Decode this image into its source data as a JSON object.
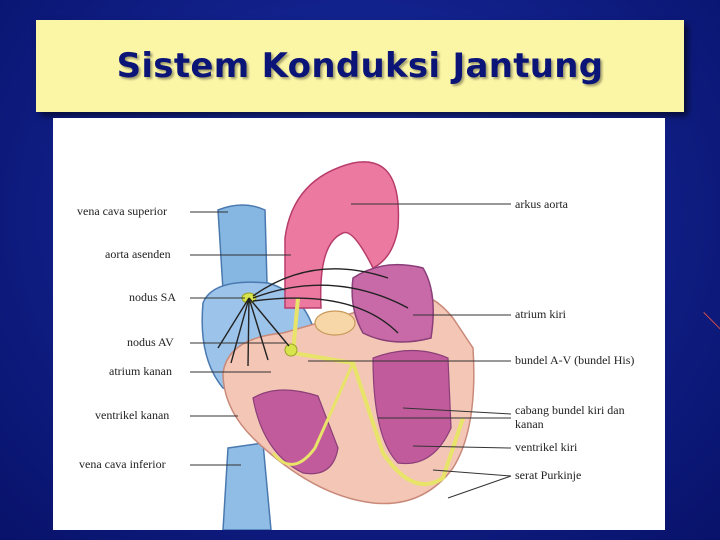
{
  "slide": {
    "title": "Sistem Konduksi Jantung"
  },
  "diagram": {
    "labels_left": {
      "vena_cava_superior": "vena cava superior",
      "aorta_asenden": "aorta asenden",
      "nodus_sa": "nodus SA",
      "nodus_av": "nodus AV",
      "atrium_kanan": "atrium kanan",
      "ventrikel_kanan": "ventrikel kanan",
      "vena_cava_inferior": "vena cava inferior"
    },
    "labels_right": {
      "arkus_aorta": "arkus aorta",
      "atrium_kiri": "atrium kiri",
      "bundel_av": "bundel A-V (bundel His)",
      "cabang_bundel_1": "cabang bundel kiri dan",
      "cabang_bundel_2": "kanan",
      "ventrikel_kiri": "ventrikel kiri",
      "serat_purkinje": "serat Purkinje"
    },
    "colors": {
      "aorta": "#e05a84",
      "vena": "#7aaede",
      "myocardium": "#f3c4b4",
      "conduction": "#e8e46a",
      "chamber": "#b04c8e"
    }
  }
}
